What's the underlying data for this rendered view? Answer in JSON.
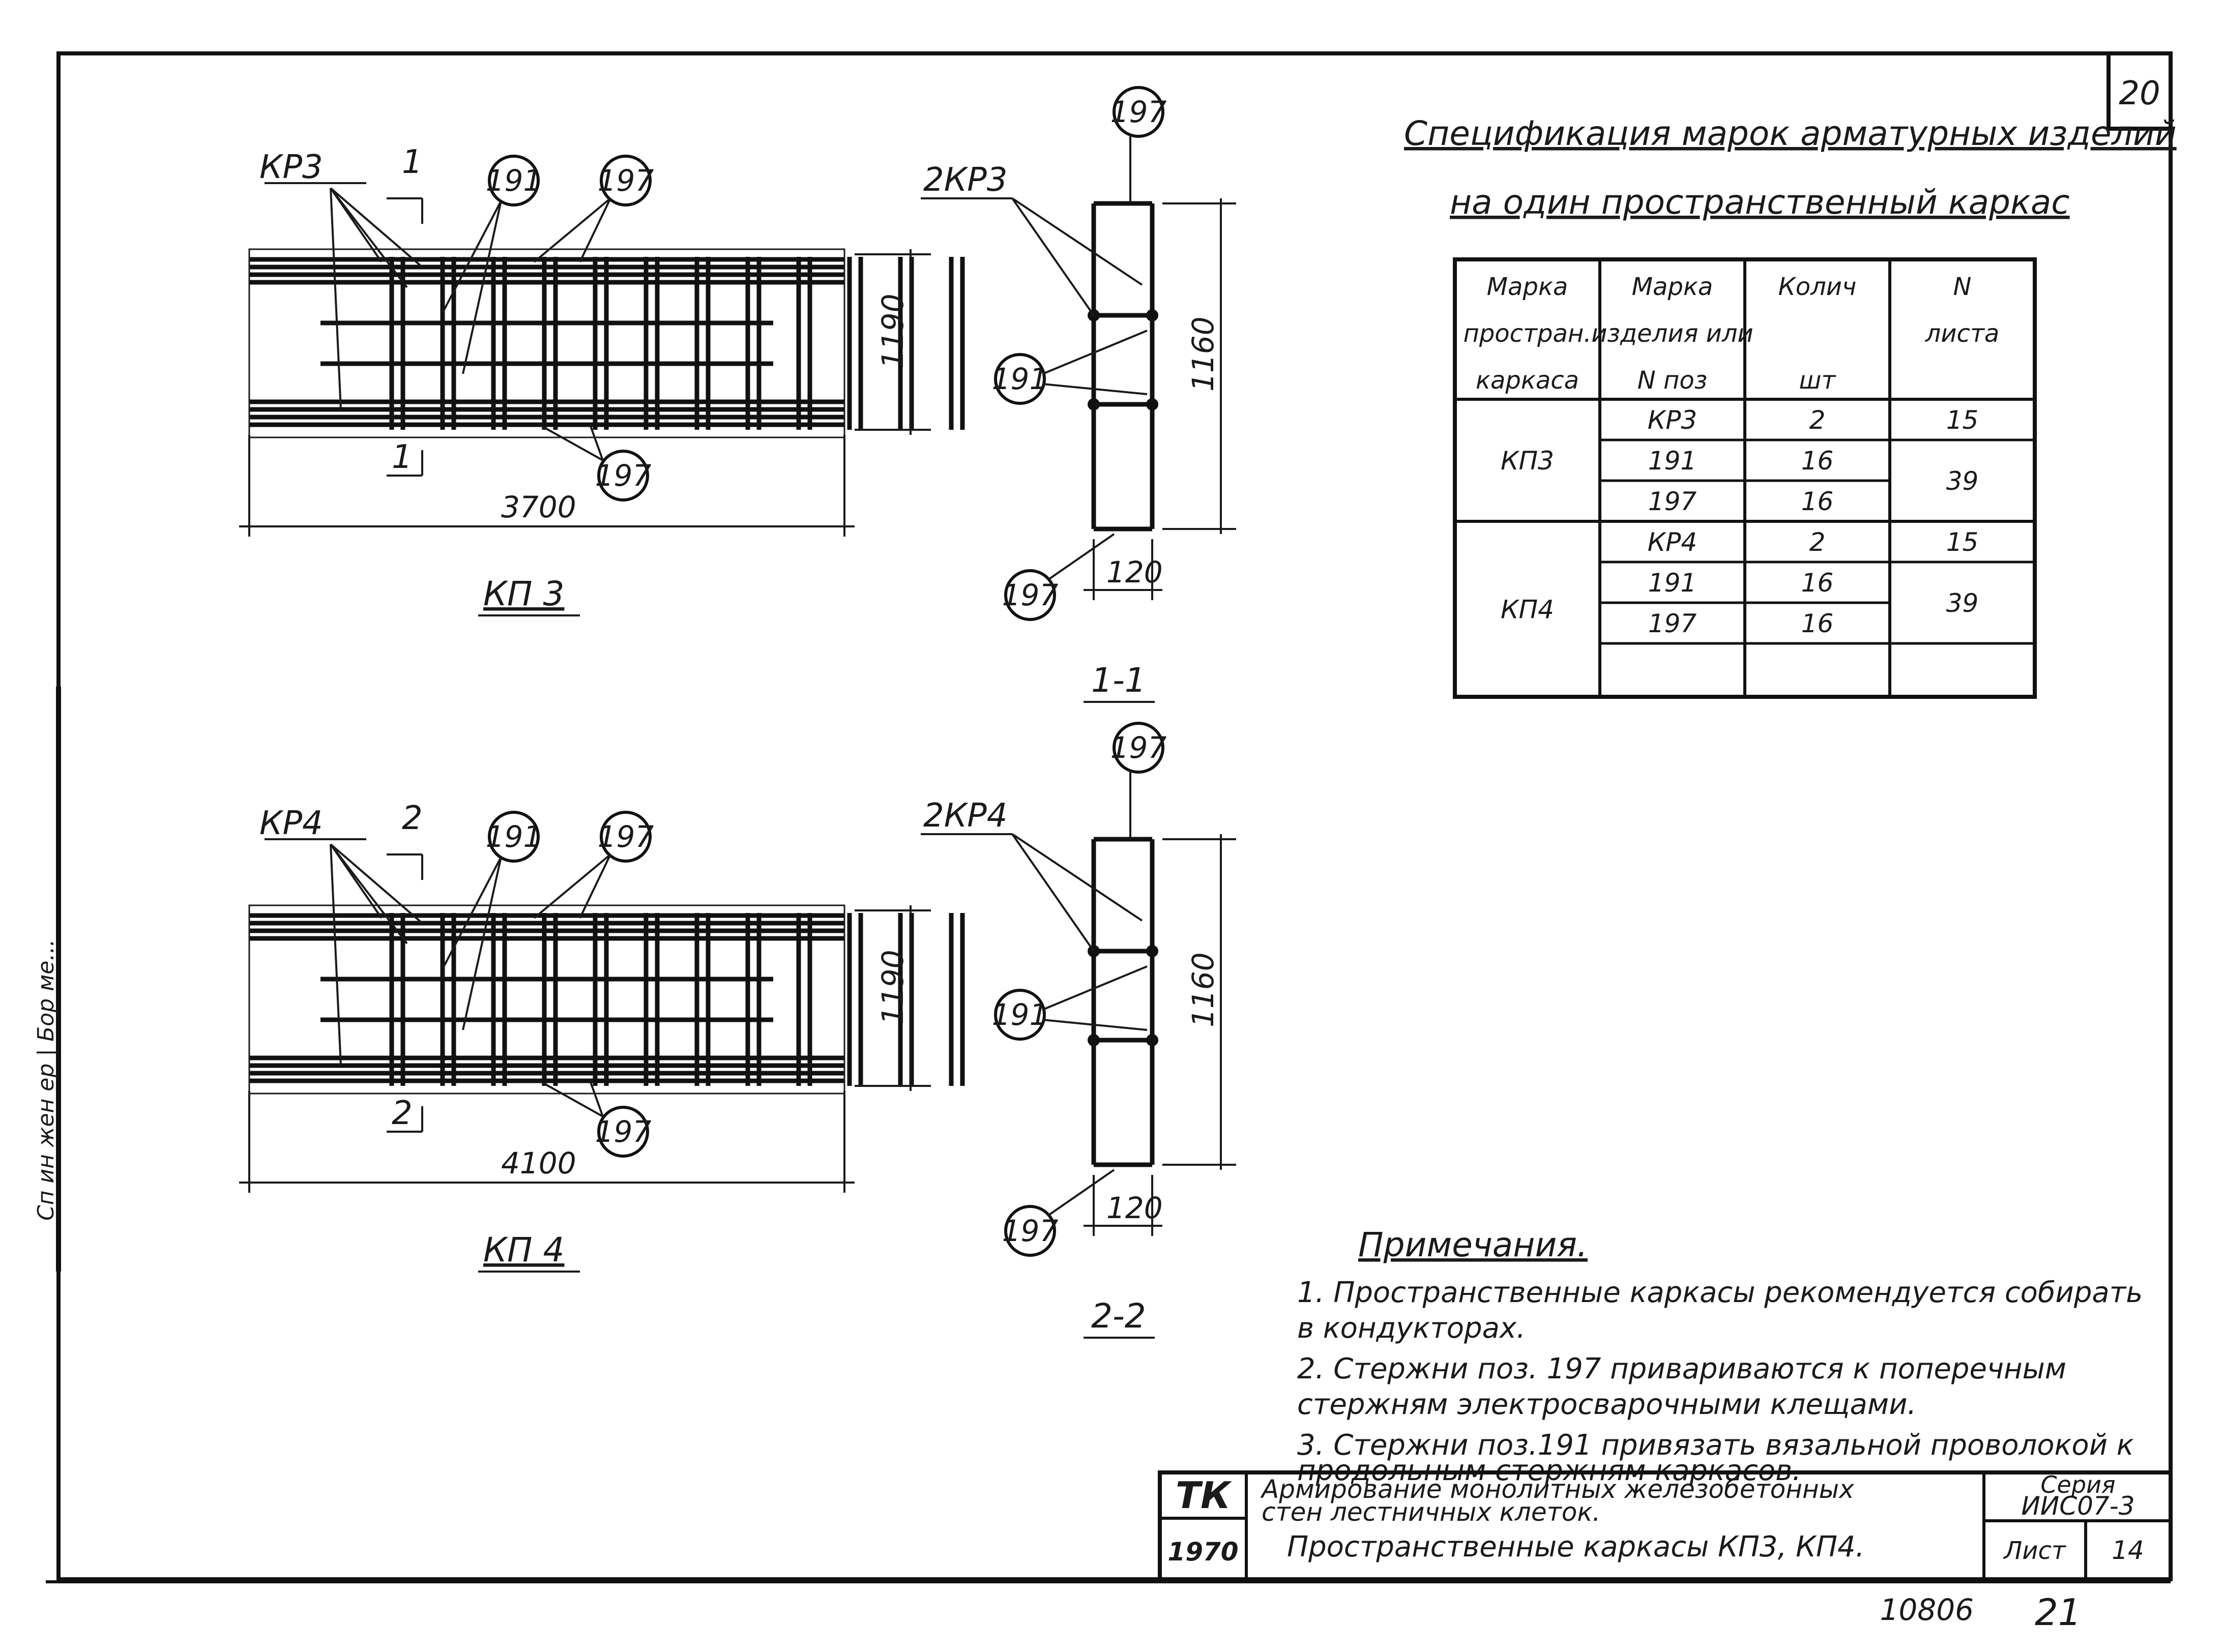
{
  "sheet": {
    "page_number": "20",
    "bottom_numbers": {
      "left": "10806",
      "right": "21"
    },
    "side_stamp": "Сп ин жен ер | Бор ме...",
    "colors": {
      "ink": "#1a1a1a",
      "paper": "#ffffff"
    }
  },
  "view_kp3": {
    "title": "КП 3",
    "frame_label": "КР3",
    "section_mark": "1",
    "callouts": [
      "191",
      "197",
      "197"
    ],
    "length_dim": "3700",
    "height_dim": "1190"
  },
  "view_kp4": {
    "title": "КП 4",
    "frame_label": "КР4",
    "section_mark": "2",
    "callouts": [
      "191",
      "197",
      "197"
    ],
    "length_dim": "4100",
    "height_dim": "1190"
  },
  "section_1_1": {
    "title": "1-1",
    "frame_label": "2КР3",
    "callouts": [
      "197",
      "191",
      "197"
    ],
    "height_dim": "1160",
    "width_dim": "120"
  },
  "section_2_2": {
    "title": "2-2",
    "frame_label": "2КР4",
    "callouts": [
      "197",
      "191",
      "197"
    ],
    "height_dim": "1160",
    "width_dim": "120"
  },
  "spec": {
    "title_line1": "Спецификация марок арматурных изделий",
    "title_line2": "на один пространственный каркас",
    "headers": [
      [
        "Марка",
        "простран.",
        "каркаса"
      ],
      [
        "Марка",
        "изделия или",
        "N поз"
      ],
      [
        "Колич",
        "",
        "шт"
      ],
      [
        "N",
        "листа",
        ""
      ]
    ],
    "groups": [
      {
        "mark": "КП3",
        "rows": [
          {
            "item": "КР3",
            "qty": "2",
            "sheet": "15"
          },
          {
            "item": "191",
            "qty": "16",
            "sheet": "39"
          },
          {
            "item": "197",
            "qty": "16",
            "sheet": ""
          }
        ]
      },
      {
        "mark": "КП4",
        "rows": [
          {
            "item": "КР4",
            "qty": "2",
            "sheet": "15"
          },
          {
            "item": "191",
            "qty": "16",
            "sheet": "39"
          },
          {
            "item": "197",
            "qty": "16",
            "sheet": ""
          },
          {
            "item": "",
            "qty": "",
            "sheet": ""
          }
        ]
      }
    ]
  },
  "notes": {
    "heading": "Примечания.",
    "items": [
      "1. Пространственные каркасы рекомендуется собирать",
      "в кондукторах.",
      "2. Стержни поз. 197 привариваются к поперечным",
      "стержням электросварочными клещами.",
      "3. Стержни поз.191 привязать вязальной проволокой к",
      "продольным стержням каркасов."
    ]
  },
  "stamp": {
    "org": "ТК",
    "year": "1970",
    "desc_line1": "Армирование монолитных железобетонных",
    "desc_line2": "стен лестничных клеток.",
    "desc_line3": "Пространственные каркасы КП3, КП4.",
    "series_label": "Серия",
    "series_value": "ИИС07-3",
    "sheet_label": "Лист",
    "sheet_value": "14"
  }
}
